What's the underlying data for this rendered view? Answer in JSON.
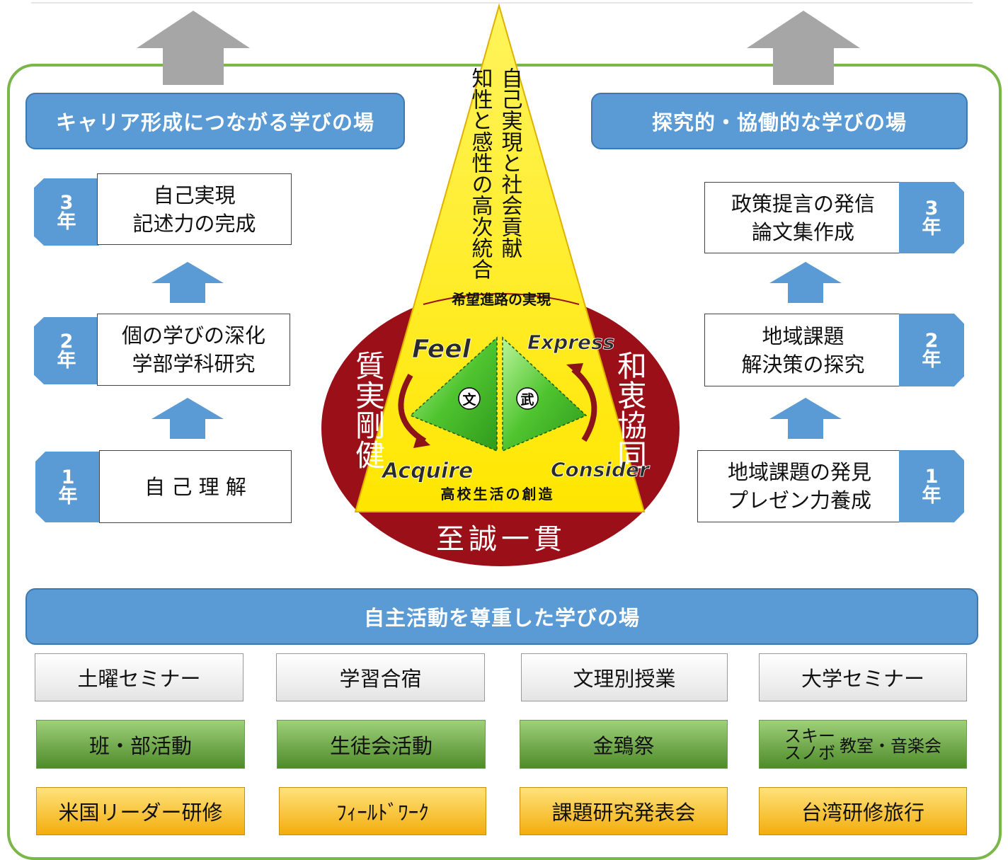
{
  "left_header": "キャリア形成につながる学びの場",
  "right_header": "探究的・協働的な学びの場",
  "bottom_header": "自主活動を尊重した学びの場",
  "left_steps": [
    {
      "line1": "自己実現",
      "line2": "記述力の完成",
      "num": "3",
      "unit": "年"
    },
    {
      "line1": "個の学びの深化",
      "line2": "学部学科研究",
      "num": "2",
      "unit": "年"
    },
    {
      "line1": "自 己 理 解",
      "line2": "",
      "num": "1",
      "unit": "年"
    }
  ],
  "right_steps": [
    {
      "line1": "政策提言の発信",
      "line2": "論文集作成",
      "num": "3",
      "unit": "年"
    },
    {
      "line1": "地域課題",
      "line2": "解決策の探究",
      "num": "2",
      "unit": "年"
    },
    {
      "line1": "地域課題の発見",
      "line2": "プレゼン力養成",
      "num": "1",
      "unit": "年"
    }
  ],
  "pyramid": {
    "peak_col1": "自己実現と社会貢献",
    "peak_col2": "知性と感性の高次統合",
    "arc_top": "希望進路の実現",
    "arc_bottom": "高校生活の創造",
    "left_side": "質実剛健",
    "right_side": "和衷協同",
    "bottom_text": "至誠一貫",
    "feel": "Feel",
    "express": "Express",
    "acquire": "Acquire",
    "consider": "Consider",
    "bun": "文",
    "bu": "武"
  },
  "rows": {
    "white": [
      "土曜セミナー",
      "学習合宿",
      "文理別授業",
      "大学セミナー"
    ],
    "green": [
      "班・部活動",
      "生徒会活動",
      "金鵄祭",
      "教室・音楽会"
    ],
    "ski_stack": [
      "スキー",
      "スノボ"
    ],
    "yellow": [
      "米国リーダー研修",
      "ﾌｨｰﾙﾄﾞﾜｰｸ",
      "課題研究発表会",
      "台湾研修旅行"
    ]
  },
  "colors": {
    "frame": "#7ab648",
    "header_blue": "#5a9bd5",
    "ellipse_red": "#9b1018",
    "pyramid_yellow": "#ffe600",
    "diamond_green": "#5ccf3c"
  }
}
